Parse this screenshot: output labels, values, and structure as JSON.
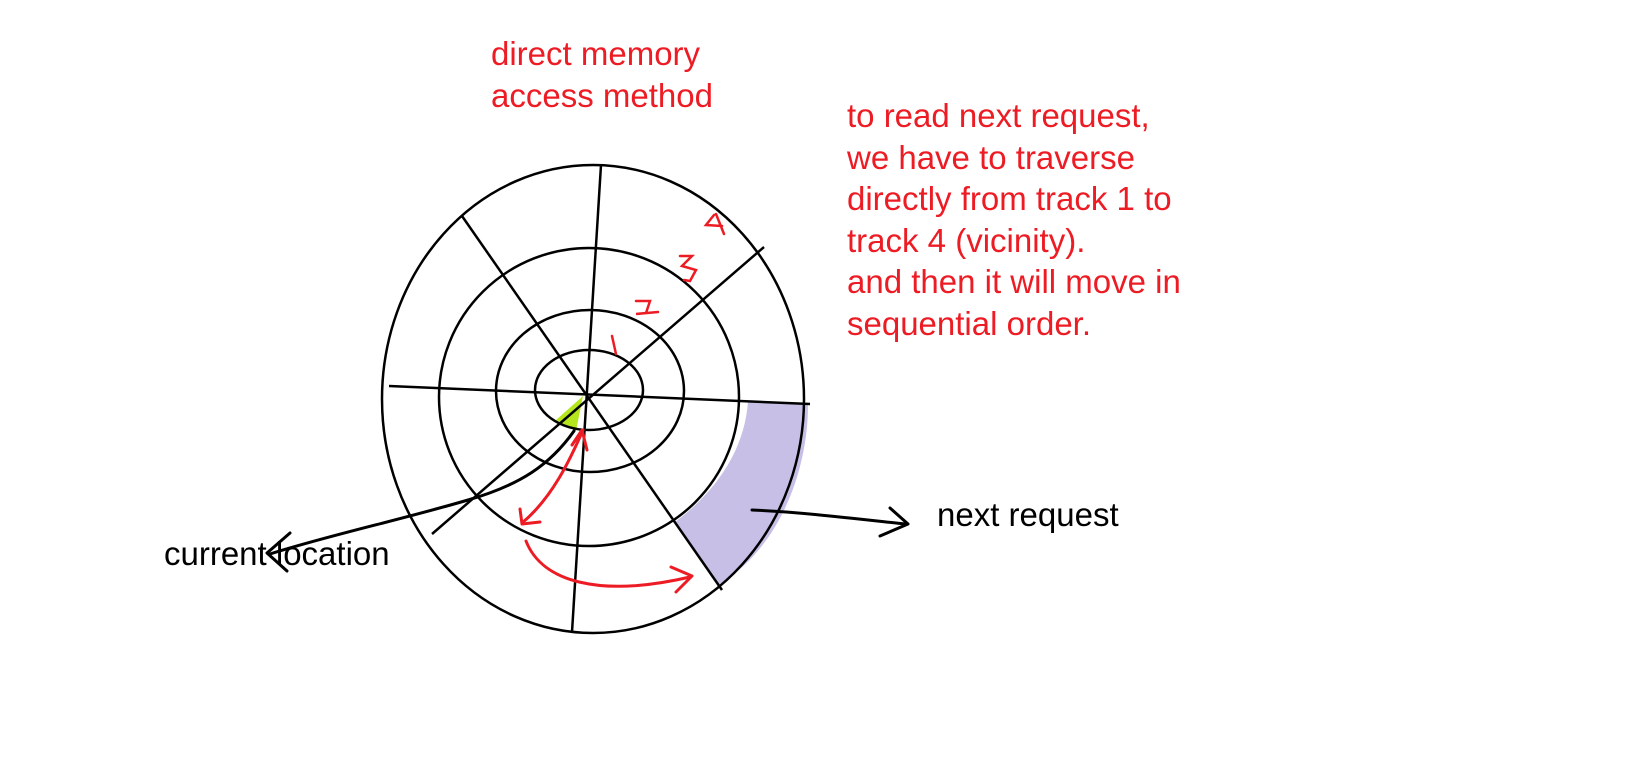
{
  "title": {
    "lines": [
      "direct memory",
      "access method"
    ]
  },
  "note": {
    "lines": [
      "to read next request,",
      "we have to traverse",
      "directly from track 1 to",
      "track 4 (vicinity).",
      "and then it will move in",
      "sequential order."
    ]
  },
  "labels": {
    "next_request": "next request",
    "current_location": "current location"
  },
  "track_numbers": [
    "1",
    "2",
    "3",
    "4"
  ],
  "colors": {
    "annotation": "#ed1c24",
    "ink": "#000000",
    "current_location_fill": "#b5e61d",
    "next_request_fill": "#c8bfe7",
    "background": "#ffffff"
  }
}
